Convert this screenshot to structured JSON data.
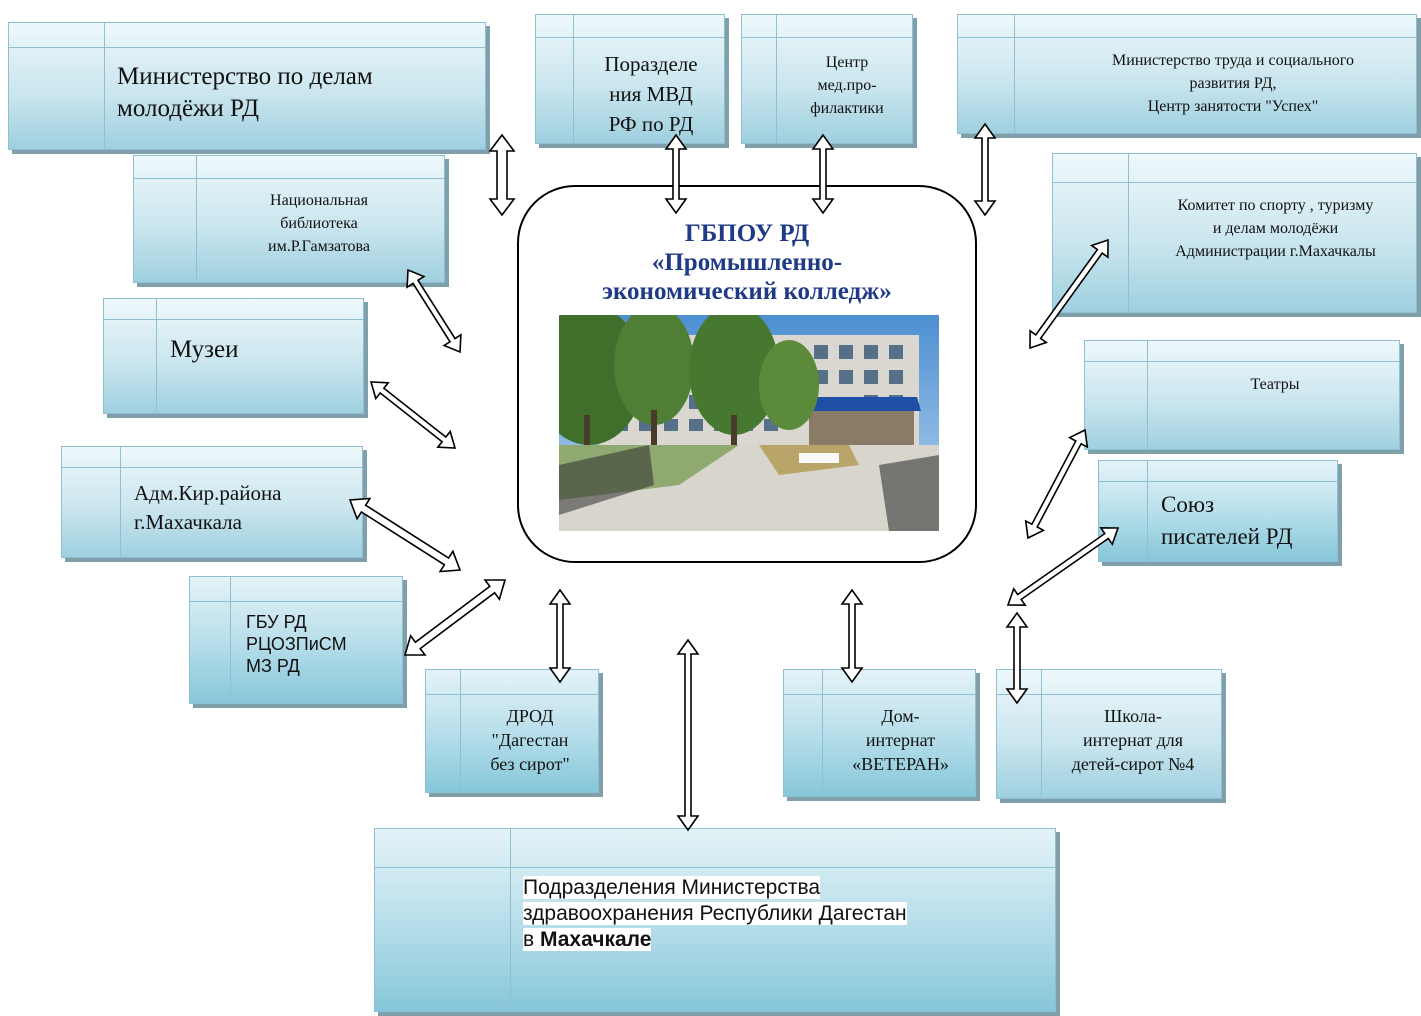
{
  "nodes": {
    "ministry_youth": "Министерство по  делам\nмолодёжи  РД",
    "mvd": "Поразделе\nния МВД\nРФ по РД",
    "med_center": "Центр\nмед.про-\nфилактики",
    "ministry_labor": "Министерство труда и социального\nразвития РД,\nЦентр занятости \"Успех\"",
    "library": "Национальная\nбиблиотека\nим.Р.Гамзатова",
    "sport_committee": "Комитет по спорту , туризму\nи делам молодёжи\nАдминистрации г.Махачкалы",
    "museums": "Музеи",
    "theaters": "Театры",
    "adm_kir": "Адм.Кир.района\nг.Махачкала",
    "writers_union": "Союз\nписателей РД",
    "gbu": "ГБУ РД\nРЦОЗПиСМ\nМЗ РД",
    "drod": "ДРОД\n\"Дагестан\nбез сирот\"",
    "veteran": "Дом-\nинтернат\n«ВЕТЕРАН»",
    "school": "Школа-\nинтернат для\nдетей-сирот №4",
    "health_line1": "Подразделения Министерства",
    "health_line2": "здравоохранения Республики Дагестан",
    "health_line3_prefix": "в ",
    "health_line3_bold": "Махачкале"
  },
  "center": {
    "title": "ГБПОУ РД\n«Промышленно-\nэкономический колледж»",
    "title_color": "#1f3a86",
    "photo": "college-building-photo"
  },
  "colors": {
    "box_light": "#eef8fb",
    "box_dark": "#9fd0df",
    "box_shadow": "#7f9fab"
  }
}
